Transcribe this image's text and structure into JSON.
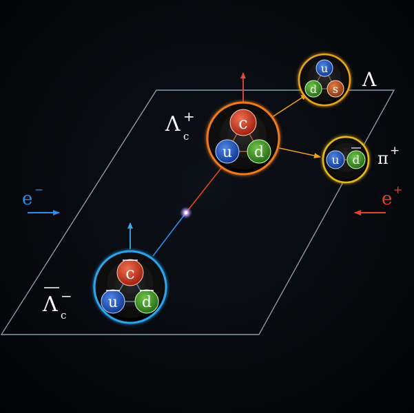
{
  "colors": {
    "background": "#07090d",
    "plane": "#9fb6c8",
    "electron": "#2a8ff0",
    "positron": "#e8402a",
    "lambda_c_ring": "#f07a1e",
    "anti_lambda_c_ring": "#2aa6f0",
    "daughter_ring": "#e8a21e",
    "quark_c": "#c8321c",
    "quark_u": "#1c4fb8",
    "quark_d": "#3f8f24",
    "quark_s": "#b8501c",
    "decay_arrow": "#e8a21e"
  },
  "beams": {
    "electron_label": "e",
    "electron_sup": "−",
    "positron_label": "e",
    "positron_sup": "+"
  },
  "lambda_c": {
    "label": "Λ",
    "sub": "c",
    "sup": "+",
    "quarks": [
      "c",
      "u",
      "d"
    ]
  },
  "anti_lambda_c": {
    "label": "Λ",
    "sub": "c",
    "sup": "−",
    "quarks": [
      "c",
      "u",
      "d"
    ]
  },
  "lambda": {
    "label": "Λ",
    "quarks": [
      "u",
      "d",
      "s"
    ]
  },
  "pion": {
    "label": "π",
    "sup": "+",
    "quarks": [
      "u",
      "d"
    ]
  }
}
